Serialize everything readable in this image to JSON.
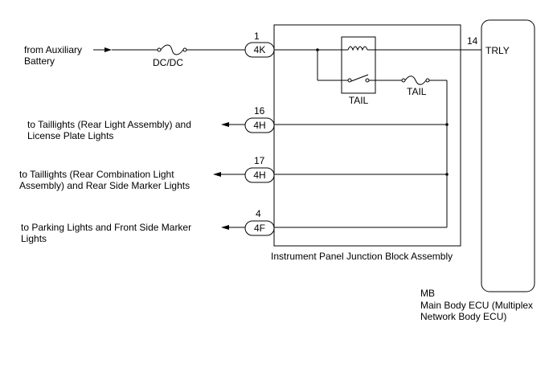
{
  "inputs": {
    "aux_battery": [
      "from Auxiliary",
      "Battery"
    ]
  },
  "outputs": [
    [
      "to Taillights (Rear Light Assembly) and",
      "License Plate Lights"
    ],
    [
      "to Taillights (Rear Combination Light",
      "Assembly) and Rear Side Marker Lights"
    ],
    [
      "to Parking Lights and Front Side Marker",
      "Lights"
    ]
  ],
  "components": {
    "dcdc_fuse": "DC/DC",
    "tail_relay": "TAIL",
    "tail_fuse": "TAIL"
  },
  "connectors": {
    "input": {
      "pin": "1",
      "code": "4K"
    },
    "out1": {
      "pin": "16",
      "code": "4H"
    },
    "out2": {
      "pin": "17",
      "code": "4H"
    },
    "out3": {
      "pin": "4",
      "code": "4F"
    },
    "ecu_pin": "14",
    "ecu_signal": "TRLY"
  },
  "junction_block": {
    "title": "Instrument Panel Junction Block Assembly"
  },
  "ecu": {
    "code": "MB",
    "name": [
      "Main Body ECU (Multiplex",
      "Network Body ECU)"
    ]
  }
}
